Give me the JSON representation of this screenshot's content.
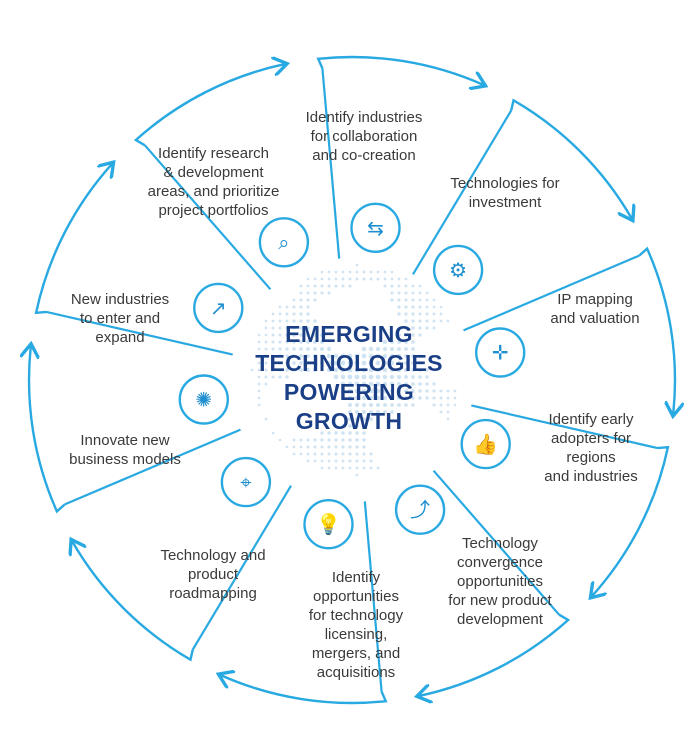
{
  "colors": {
    "accent": "#29a9e1",
    "title": "#1b3f86",
    "text": "#3a3a3a",
    "globe": "#cfe3f2"
  },
  "center": {
    "lines": [
      "EMERGING",
      "TECHNOLOGIES",
      "POWERING",
      "GROWTH"
    ]
  },
  "segments": [
    {
      "id": "collaboration",
      "icon": "people-exchange-icon",
      "lines": [
        "Identify industries",
        "for collaboration",
        "and co-creation"
      ]
    },
    {
      "id": "investment",
      "icon": "gears-laptop-icon",
      "lines": [
        "Technologies for",
        "investment"
      ]
    },
    {
      "id": "ip-mapping",
      "icon": "arrows-inward-icon",
      "lines": [
        "IP mapping",
        "and valuation"
      ]
    },
    {
      "id": "early-adopters",
      "icon": "thumbs-up-icon",
      "lines": [
        "Identify early",
        "adopters for",
        "regions",
        "and industries"
      ]
    },
    {
      "id": "convergence",
      "icon": "person-climbing-stairs-icon",
      "lines": [
        "Technology",
        "convergence",
        "opportunities",
        "for new product",
        "development"
      ]
    },
    {
      "id": "licensing",
      "icon": "lightbulb-group-icon",
      "lines": [
        "Identify",
        "opportunities",
        "for technology",
        "licensing,",
        "mergers, and",
        "acquisitions"
      ]
    },
    {
      "id": "roadmapping",
      "icon": "map-pin-route-icon",
      "lines": [
        "Technology and",
        "product",
        "roadmapping"
      ]
    },
    {
      "id": "business-models",
      "icon": "lightbulb-idea-icon",
      "lines": [
        "Innovate new",
        "business models"
      ]
    },
    {
      "id": "new-industries",
      "icon": "growth-chart-magnifier-icon",
      "lines": [
        "New industries",
        "to enter and",
        "expand"
      ]
    },
    {
      "id": "research-areas",
      "icon": "puzzle-search-icon",
      "lines": [
        "Identify research",
        "& development",
        "areas, and prioritize",
        "project portfolios"
      ]
    }
  ]
}
